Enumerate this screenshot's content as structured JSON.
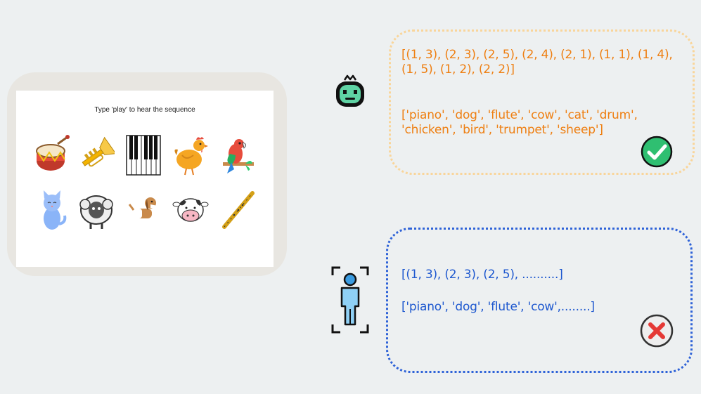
{
  "game": {
    "title": "Type 'play' to hear the sequence",
    "tiles": [
      {
        "name": "drum",
        "icon": "drum-icon"
      },
      {
        "name": "trumpet",
        "icon": "trumpet-icon"
      },
      {
        "name": "piano",
        "icon": "piano-icon"
      },
      {
        "name": "chicken",
        "icon": "chicken-icon"
      },
      {
        "name": "bird",
        "icon": "bird-icon"
      },
      {
        "name": "cat",
        "icon": "cat-icon"
      },
      {
        "name": "sheep",
        "icon": "sheep-icon"
      },
      {
        "name": "dog",
        "icon": "dog-icon"
      },
      {
        "name": "cow",
        "icon": "cow-icon"
      },
      {
        "name": "flute",
        "icon": "flute-icon"
      }
    ]
  },
  "agent": {
    "icon": "robot-icon",
    "coords": "[(1, 3), (2, 3), (2, 5), (2, 4), (2, 1), (1, 1), (1, 4), (1, 5), (1, 2), (2, 2)]",
    "names": "['piano', 'dog', 'flute', 'cow', 'cat', 'drum', 'chicken', 'bird', 'trumpet', 'sheep']",
    "result_icon": "check-icon",
    "color": "#ee7f12"
  },
  "human": {
    "icon": "person-icon",
    "coords": "[(1, 3), (2, 3), (2, 5), ..........]",
    "names": "['piano', 'dog', 'flute', 'cow',........]",
    "result_icon": "cross-icon",
    "color": "#1e58cf"
  }
}
